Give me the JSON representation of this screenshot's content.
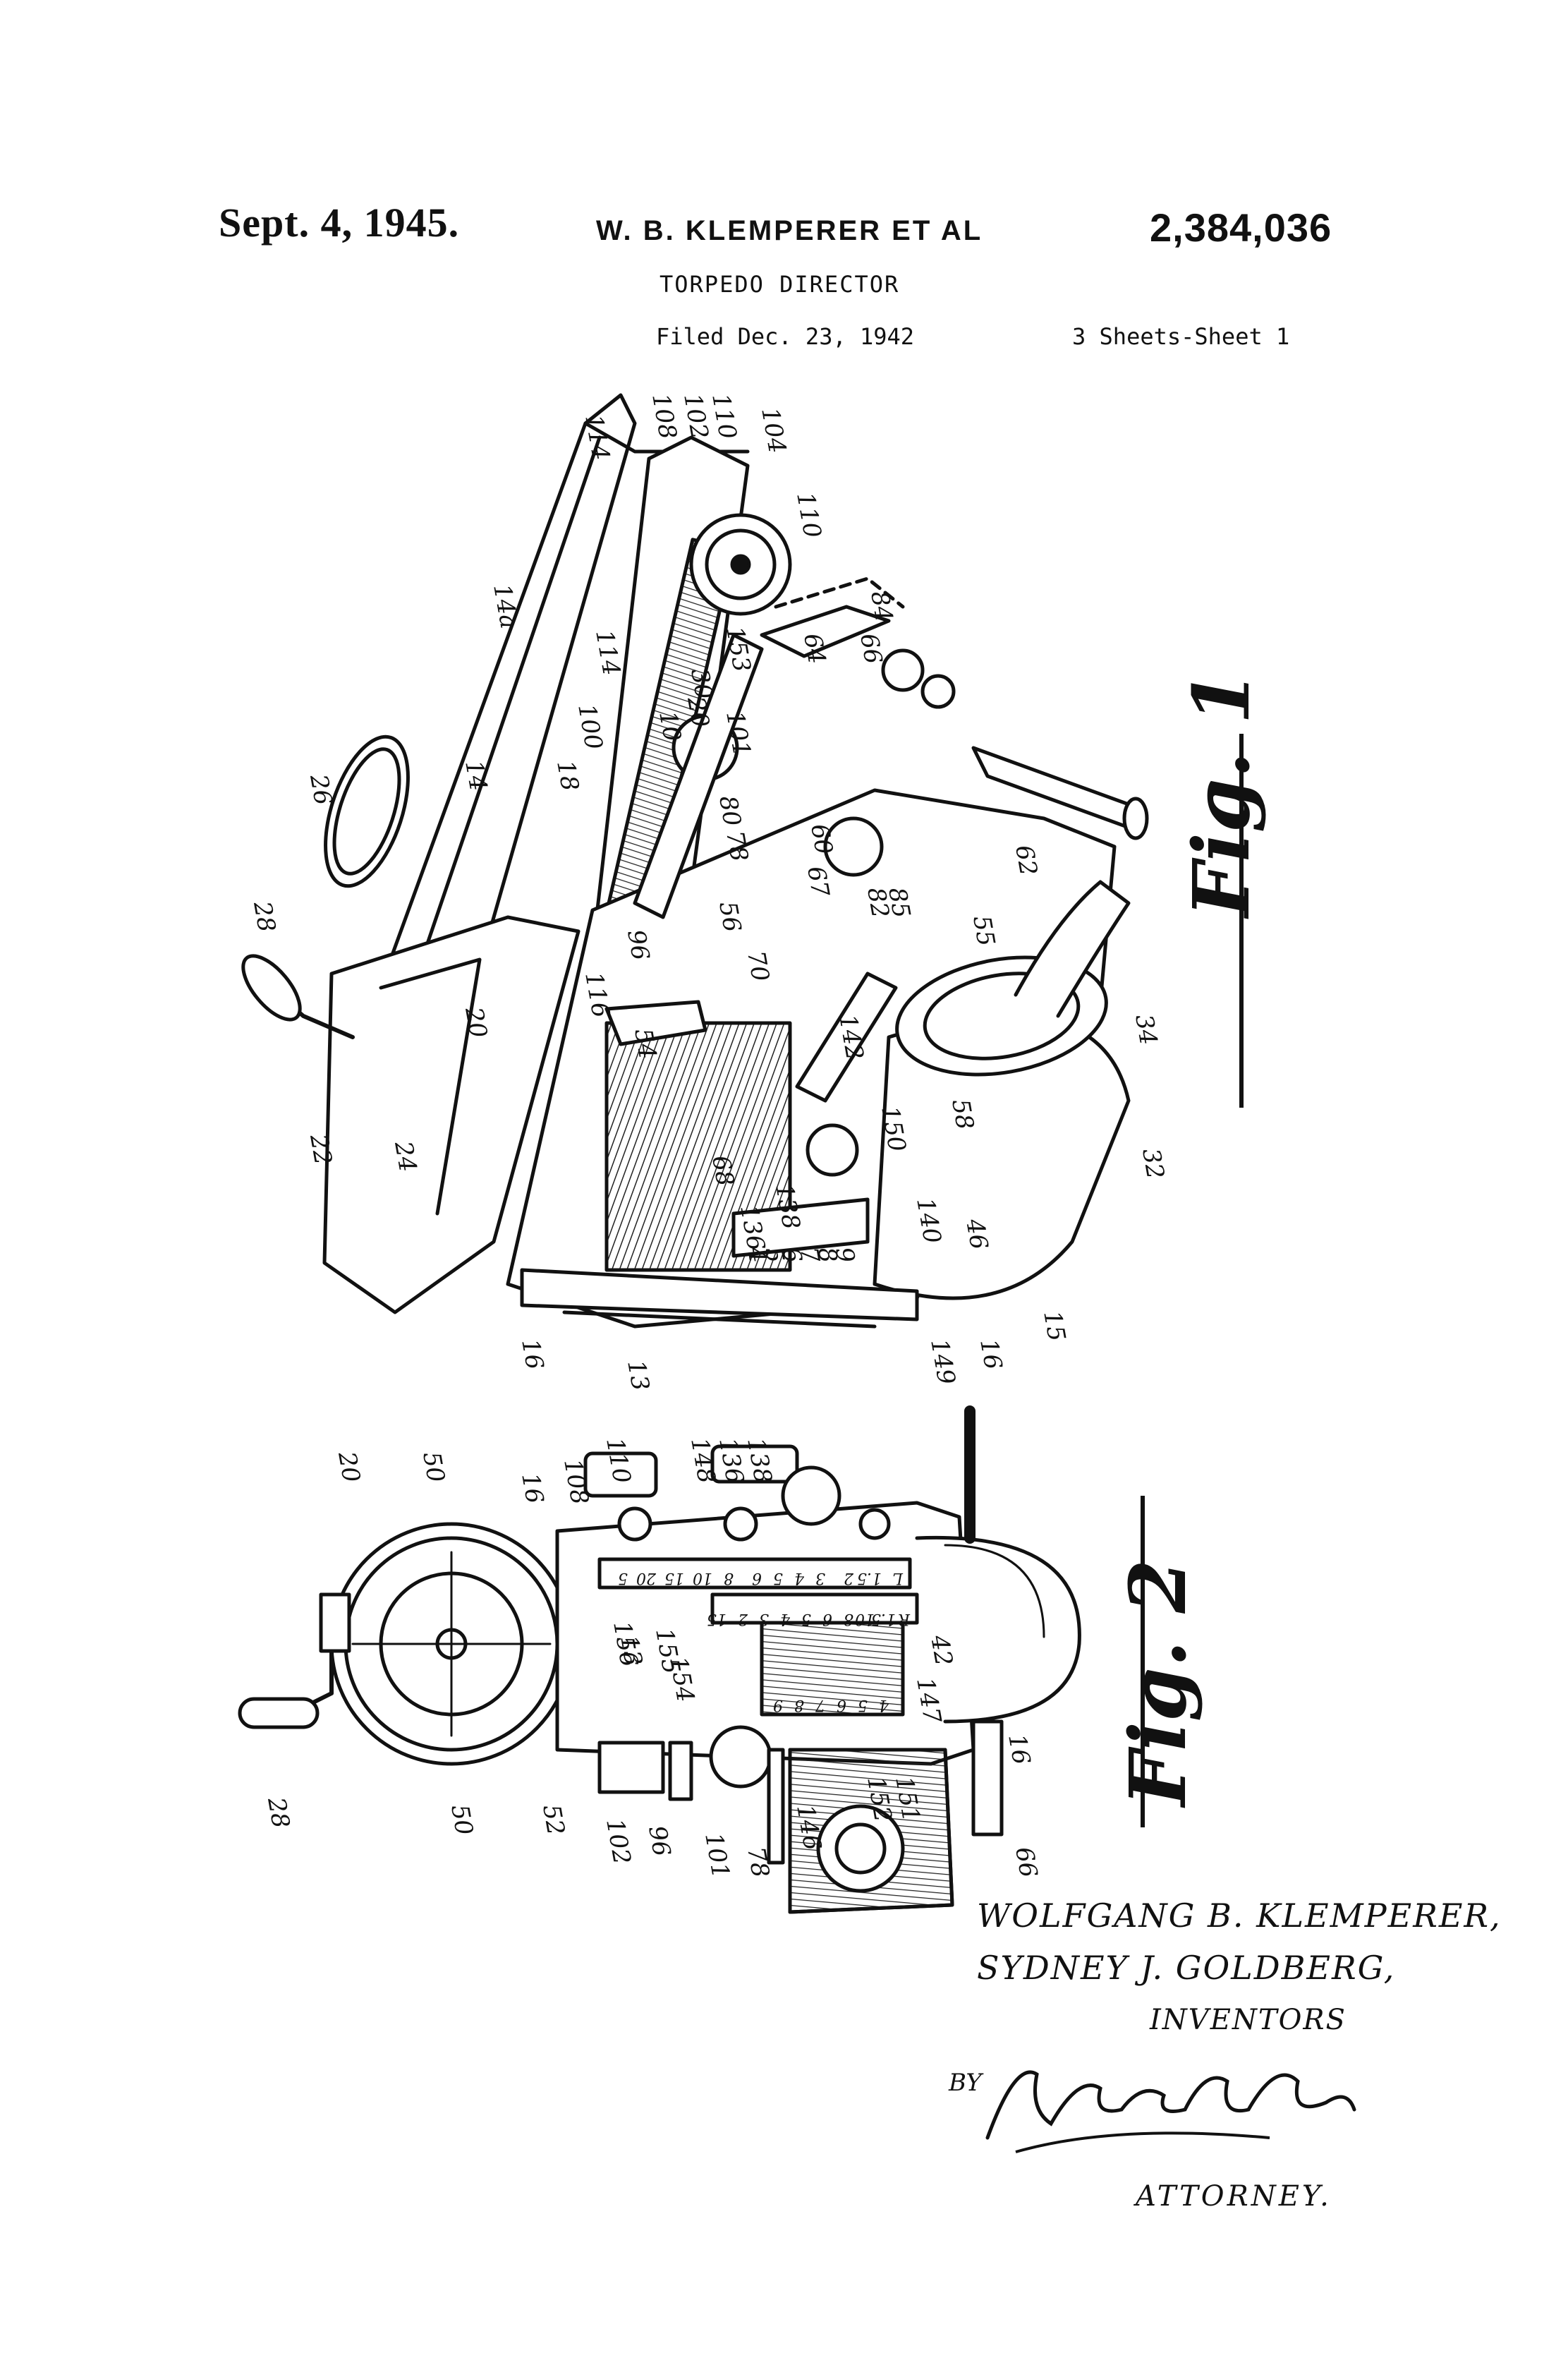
{
  "header": {
    "date": "Sept. 4, 1945.",
    "inventors_line": "W. B. KLEMPERER ET AL",
    "patent_number": "2,384,036",
    "title": "TORPEDO DIRECTOR",
    "filed": "Filed Dec. 23, 1942",
    "sheets": "3 Sheets-Sheet 1"
  },
  "figures": {
    "fig1_label": "Fig. 1",
    "fig2_label": "Fig. 2"
  },
  "fig1_refs": [
    "114",
    "108",
    "102",
    "110",
    "104",
    "110",
    "14a",
    "114",
    "153",
    "64",
    "84",
    "66",
    "26",
    "14",
    "18",
    "100",
    "10",
    "20",
    "30",
    "101",
    "80",
    "78",
    "56",
    "67",
    "60",
    "82",
    "85",
    "55",
    "28",
    "20",
    "96",
    "54",
    "116",
    "70",
    "142",
    "62",
    "34",
    "22",
    "24",
    "68",
    "136",
    "138",
    "150",
    "140",
    "58",
    "46",
    "32",
    "16",
    "13",
    "4",
    "5",
    "6",
    "7",
    "8",
    "9",
    "149",
    "16",
    "15"
  ],
  "fig2_refs": [
    "20",
    "50",
    "16",
    "108",
    "110",
    "148",
    "136",
    "138",
    "50",
    "28",
    "52",
    "13",
    "156",
    "155",
    "154",
    "102",
    "96",
    "101",
    "78",
    "146",
    "152",
    "151",
    "147",
    "42",
    "16",
    "66"
  ],
  "fig2_scale": [
    "5",
    "20",
    "15",
    "10",
    "8",
    "6",
    "5",
    "4",
    "3",
    "2",
    "1.5",
    "L",
    "15",
    "2",
    "3",
    "4",
    "5",
    "6",
    "8",
    "10",
    "1.5",
    "R",
    "9",
    "8",
    "7",
    "6",
    "5",
    "4"
  ],
  "signature": {
    "inventor_1": "WOLFGANG B. KLEMPERER,",
    "inventor_2": "SYDNEY J. GOLDBERG,",
    "inventors_label": "INVENTORS",
    "by_label": "BY",
    "attorney_label": "ATTORNEY."
  }
}
